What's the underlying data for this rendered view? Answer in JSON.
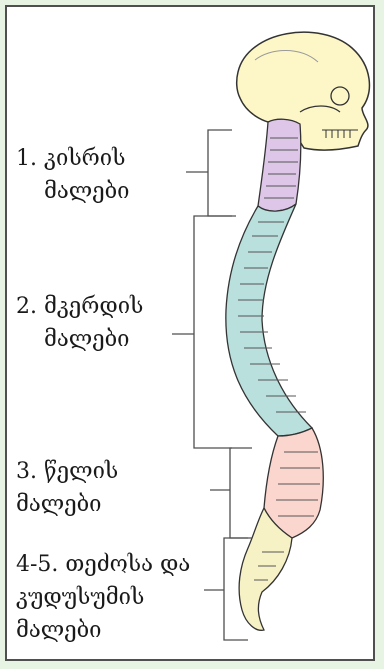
{
  "frame_color": "#4f4f4f",
  "background": "#e7f3e3",
  "colors": {
    "skull": "#fdf7c8",
    "cervical": "#ddc6e8",
    "thoracic": "#b9e0dd",
    "lumbar": "#fbd6cf",
    "sacral": "#f7f1c6",
    "outline": "#333333"
  },
  "regions": [
    {
      "number": "1.",
      "line1": "კისრის",
      "line2": "მალები"
    },
    {
      "number": "2.",
      "line1": "მკერდის",
      "line2": "მალები"
    },
    {
      "number": "3.",
      "line1": "წელის",
      "line2": "მალები"
    },
    {
      "number": "4-5.",
      "line1": "თეძოსა და",
      "line2": "კუდუსუმის",
      "line3": "მალები"
    }
  ]
}
